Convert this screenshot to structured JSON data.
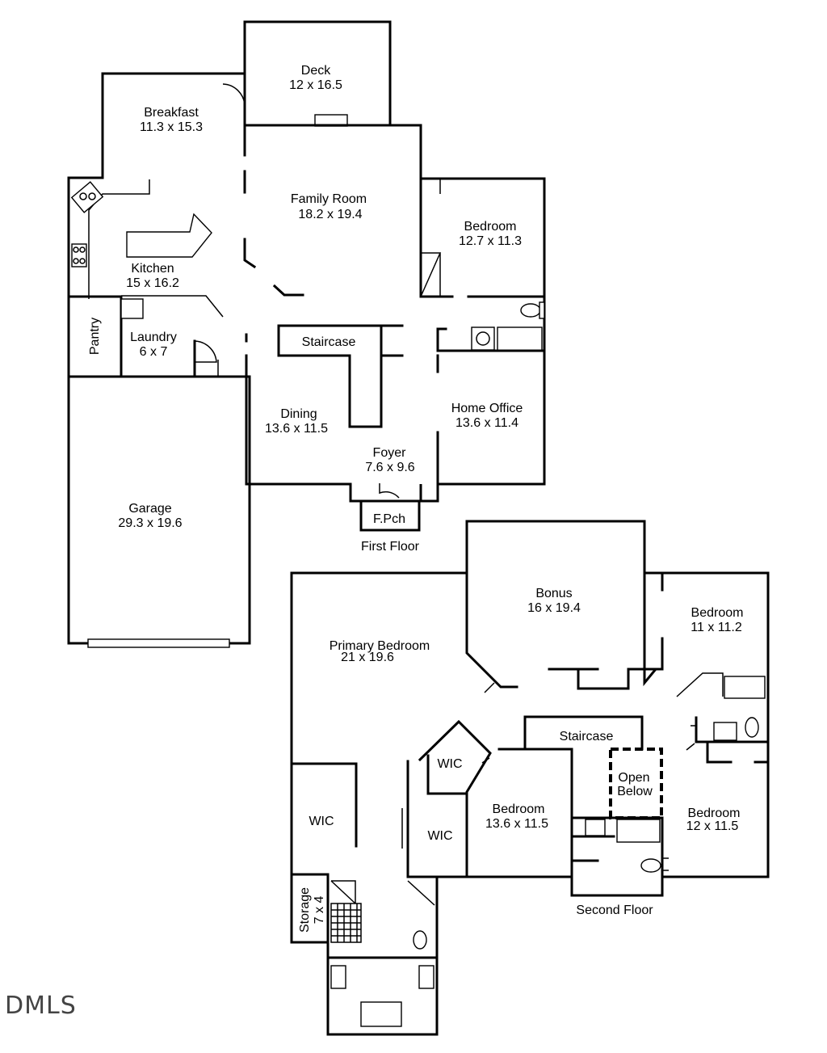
{
  "floors": {
    "first_floor_caption": "First Floor",
    "second_floor_caption": "Second Floor"
  },
  "first_floor_rooms": {
    "deck": {
      "name": "Deck",
      "size": "12 x 16.5"
    },
    "breakfast": {
      "name": "Breakfast",
      "size": "11.3 x 15.3"
    },
    "family_room": {
      "name": "Family Room",
      "size": "18.2 x 19.4"
    },
    "bedroom": {
      "name": "Bedroom",
      "size": "12.7 x 11.3"
    },
    "kitchen": {
      "name": "Kitchen",
      "size": "15 x 16.2"
    },
    "pantry": {
      "name": "Pantry"
    },
    "laundry": {
      "name": "Laundry",
      "size": "6 x 7"
    },
    "staircase": {
      "name": "Staircase"
    },
    "dining": {
      "name": "Dining",
      "size": "13.6 x 11.5"
    },
    "home_office": {
      "name": "Home Office",
      "size": "13.6 x 11.4"
    },
    "foyer": {
      "name": "Foyer",
      "size": "7.6 x 9.6"
    },
    "front_porch": {
      "name": "F.Pch"
    },
    "garage": {
      "name": "Garage",
      "size": "29.3 x 19.6"
    }
  },
  "second_floor_rooms": {
    "bonus": {
      "name": "Bonus",
      "size": "16 x 19.4"
    },
    "bedroom_1": {
      "name": "Bedroom",
      "size": "11 x 11.2"
    },
    "primary_bedroom": {
      "name": "Primary Bedroom",
      "size": "21 x 19.6"
    },
    "staircase": {
      "name": "Staircase"
    },
    "open_below": {
      "line1": "Open",
      "line2": "Below"
    },
    "wic_1": {
      "name": "WIC"
    },
    "wic_2": {
      "name": "WIC"
    },
    "wic_3": {
      "name": "WIC"
    },
    "bedroom_2": {
      "name": "Bedroom",
      "size": "13.6 x 11.5"
    },
    "bedroom_3": {
      "name": "Bedroom",
      "size": "12 x 11.5"
    },
    "storage": {
      "name": "Storage",
      "size": "7 x 4"
    }
  },
  "branding": {
    "logo_text": "DMLS"
  },
  "colors": {
    "line": "#000000",
    "background": "#ffffff",
    "logo": "#444444"
  }
}
